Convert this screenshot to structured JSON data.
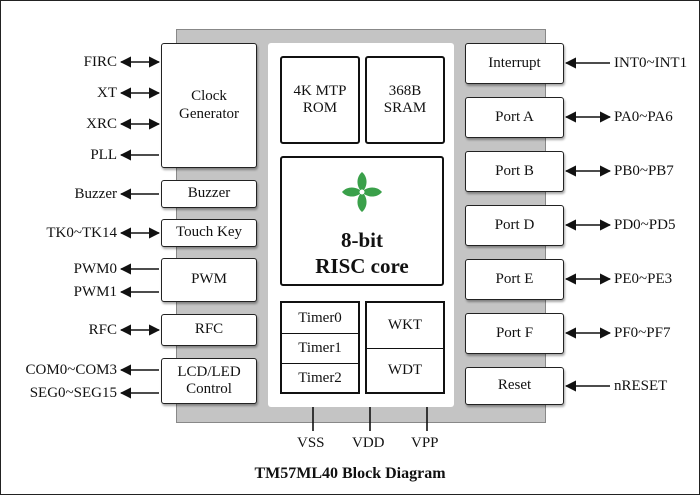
{
  "title": "TM57ML40 Block Diagram",
  "core": {
    "rom": "4K MTP ROM",
    "sram": "368B SRAM",
    "cpu_line1": "8-bit",
    "cpu_line2": "RISC core",
    "timers": [
      "Timer0",
      "Timer1",
      "Timer2"
    ],
    "watch": [
      "WKT",
      "WDT"
    ]
  },
  "left_blocks": {
    "clock": "Clock Generator",
    "buzzer": "Buzzer",
    "touch": "Touch Key",
    "pwm": "PWM",
    "rfc": "RFC",
    "lcd": "LCD/LED Control"
  },
  "left_signals": {
    "firc": "FIRC",
    "xt": "XT",
    "xrc": "XRC",
    "pll": "PLL",
    "buzzer": "Buzzer",
    "tk": "TK0~TK14",
    "pwm0": "PWM0",
    "pwm1": "PWM1",
    "rfc": "RFC",
    "com": "COM0~COM3",
    "seg": "SEG0~SEG15"
  },
  "right_blocks": {
    "interrupt": "Interrupt",
    "porta": "Port A",
    "portb": "Port B",
    "portd": "Port D",
    "porte": "Port E",
    "portf": "Port F",
    "reset": "Reset"
  },
  "right_signals": {
    "int": "INT0~INT1",
    "pa": "PA0~PA6",
    "pb": "PB0~PB7",
    "pd": "PD0~PD5",
    "pe": "PE0~PE3",
    "pf": "PF0~PF7",
    "reset": "nRESET"
  },
  "power": {
    "vss": "VSS",
    "vdd": "VDD",
    "vpp": "VPP"
  },
  "colors": {
    "chip_body": "#c4c4c4",
    "logo_green": "#3aa04a"
  }
}
